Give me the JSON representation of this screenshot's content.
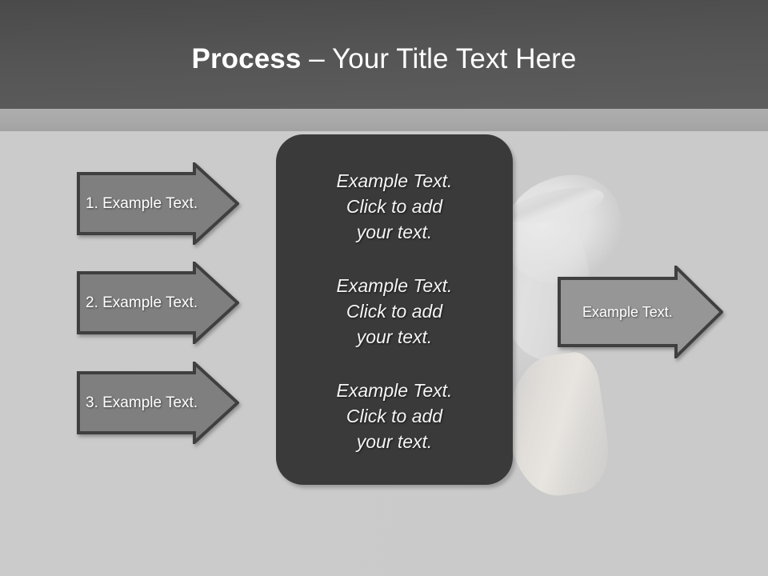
{
  "slide": {
    "background_color": "#cbcbcb",
    "header": {
      "title_bold": "Process",
      "title_rest": " – Your Title Text Here",
      "band_color": "#525252",
      "accent_band_color": "#a9a9a9",
      "title_color": "#ffffff"
    },
    "input_arrows": {
      "fill_color": "#7f7f7f",
      "border_color": "#3f3f3f",
      "items": [
        {
          "label": "1. Example Text."
        },
        {
          "label": "2. Example Text."
        },
        {
          "label": "3. Example Text."
        }
      ]
    },
    "center_panel": {
      "fill_color": "#3a3a3a",
      "text_color": "#f4f4f4",
      "blocks": [
        {
          "text": "Example Text.\nClick  to add\nyour text."
        },
        {
          "text": "Example Text.\nClick  to add\nyour text."
        },
        {
          "text": "Example Text.\nClick  to add\nyour text."
        }
      ]
    },
    "output_arrow": {
      "fill_color": "#969696",
      "border_color": "#3f3f3f",
      "label": "Example Text."
    }
  }
}
